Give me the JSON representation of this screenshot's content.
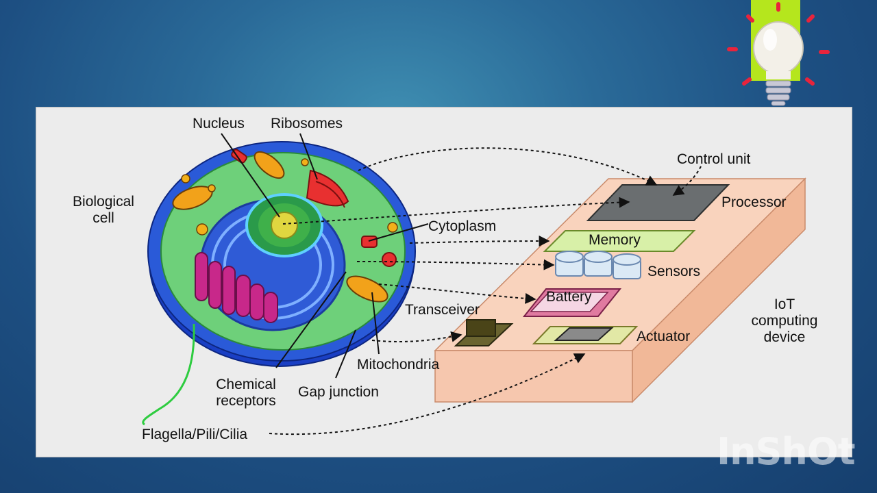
{
  "diagram": {
    "labels": {
      "nucleus": "Nucleus",
      "ribosomes": "Ribosomes",
      "biological_cell_line1": "Biological",
      "biological_cell_line2": "cell",
      "cytoplasm": "Cytoplasm",
      "mitochondria": "Mitochondria",
      "chemical_receptors_line1": "Chemical",
      "chemical_receptors_line2": "receptors",
      "gap_junction": "Gap junction",
      "flagella": "Flagella/Pili/Cilia",
      "control_unit": "Control unit",
      "processor": "Processor",
      "memory": "Memory",
      "sensors": "Sensors",
      "battery": "Battery",
      "transceiver": "Transceiver",
      "actuator": "Actuator",
      "iot_line1": "IoT",
      "iot_line2": "computing",
      "iot_line3": "device"
    }
  },
  "watermark": "InShOt",
  "colors": {
    "background": "#1d4f82",
    "panel": "#ececec",
    "bulb_bg": "#b5e61d",
    "device_body": "#f9d3bd",
    "processor": "#6a6e70",
    "memory": "#d8f0a8",
    "battery": "#e07aa0",
    "flagella_stroke": "#2ecc40"
  }
}
